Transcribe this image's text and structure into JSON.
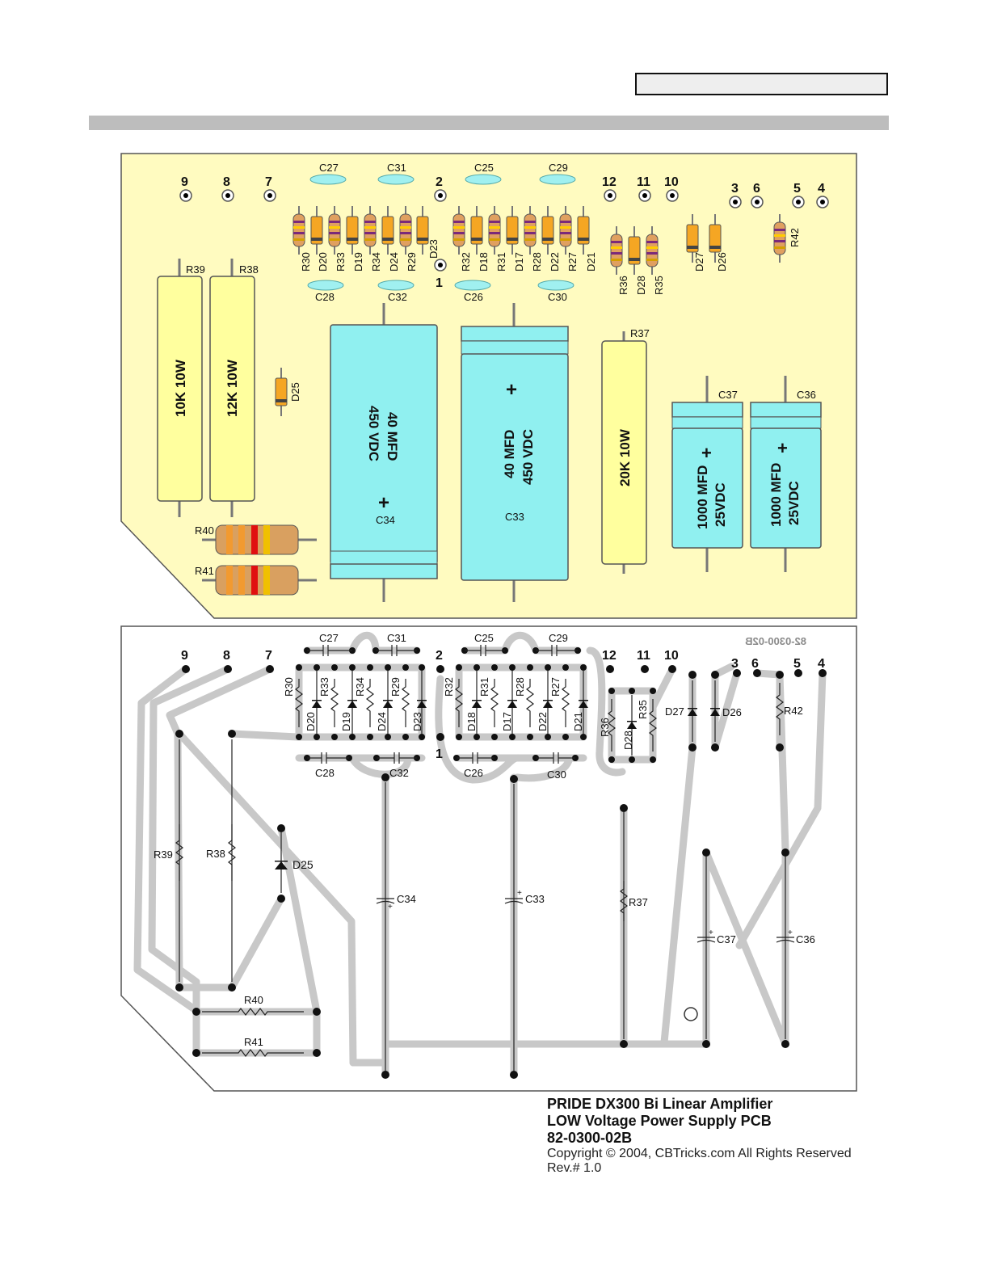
{
  "pins_top": {
    "p9": "9",
    "p8": "8",
    "p7": "7",
    "p2": "2",
    "p1": "1",
    "p12": "12",
    "p11": "11",
    "p10": "10",
    "p3": "3",
    "p6": "6",
    "p5": "5",
    "p4": "4"
  },
  "pins_bottom": {
    "p9": "9",
    "p8": "8",
    "p7": "7",
    "p2": "2",
    "p1": "1",
    "p12": "12",
    "p11": "11",
    "p10": "10",
    "p3": "3",
    "p6": "6",
    "p5": "5",
    "p4": "4"
  },
  "caps_small_top": [
    "C27",
    "C31",
    "C25",
    "C29"
  ],
  "caps_small_bottom": [
    "C28",
    "C32",
    "C26",
    "C30"
  ],
  "row_components_left": [
    "R30",
    "D20",
    "R33",
    "D19",
    "R34",
    "D24",
    "R29",
    "D23"
  ],
  "row_components_right": [
    "R32",
    "D18",
    "R31",
    "D17",
    "R28",
    "D22",
    "R27",
    "D21"
  ],
  "group_components": [
    "R36",
    "D28",
    "R35",
    "D27",
    "D26",
    "R42"
  ],
  "big_parts": {
    "r39": {
      "ref": "R39",
      "value": "10K 10W"
    },
    "r38": {
      "ref": "R38",
      "value": "12K 10W"
    },
    "d25": "D25",
    "c34": {
      "ref": "C34",
      "value1": "40 MFD",
      "value2": "450 VDC",
      "pol": "+"
    },
    "c33": {
      "ref": "C33",
      "value1": "40 MFD",
      "value2": "450 VDC",
      "pol": "+"
    },
    "r37": {
      "ref": "R37",
      "value": "20K 10W"
    },
    "c37": {
      "ref": "C37",
      "value1": "1000 MFD",
      "value2": "25VDC",
      "pol": "+"
    },
    "c36": {
      "ref": "C36",
      "value1": "1000 MFD",
      "value2": "25VDC",
      "pol": "+"
    },
    "r40": "R40",
    "r41": "R41"
  },
  "board_number_mirrored": "82-0300-02B",
  "schematic_labels": {
    "c27": "C27",
    "c31": "C31",
    "c25": "C25",
    "c29": "C29",
    "c28": "C28",
    "c32": "C32",
    "c26": "C26",
    "c30": "C30",
    "r30": "R30",
    "r33": "R33",
    "r34": "R34",
    "r29": "R29",
    "r32": "R32",
    "r31": "R31",
    "r28": "R28",
    "r27": "R27",
    "d20": "D20",
    "d19": "D19",
    "d24": "D24",
    "d23": "D23",
    "d18": "D18",
    "d17": "D17",
    "d22": "D22",
    "d21": "D21",
    "r36": "R36",
    "d28": "D28",
    "r35": "R35",
    "d27": "D27",
    "d26": "D26",
    "r42": "R42",
    "r39": "R39",
    "r38": "R38",
    "d25": "D25",
    "c34": "C34",
    "c33": "C33",
    "r37": "R37",
    "c37": "C37",
    "c36": "C36",
    "r40": "R40",
    "r41": "R41",
    "plus": "+"
  },
  "caption": {
    "line1": "PRIDE DX300 Bi Linear Amplifier",
    "line2": "LOW Voltage Power Supply PCB",
    "line3": "82-0300-02B",
    "line4": "Copyright © 2004, CBTricks.com All Rights Reserved",
    "line5": "Rev.# 1.0"
  },
  "colors": {
    "board": "#fffbc0",
    "cap_blue": "#90f0f0",
    "cap_small": "#a0f0f0",
    "resistor_yellow": "#ffff9e",
    "diode_orange": "#f5a623",
    "resistor_tan": "#e0a060",
    "trace": "#c8c8c8"
  }
}
